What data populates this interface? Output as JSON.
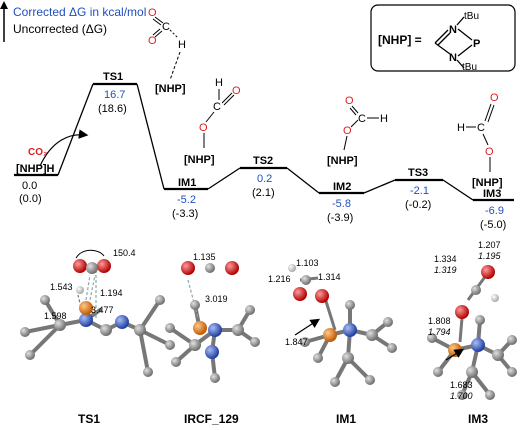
{
  "legend": {
    "corrected": "Corrected ΔG in kcal/mol",
    "uncorrected": "Uncorrected (ΔG)"
  },
  "nhp_box": {
    "label": "[NHP] =",
    "tbu_top": "tBu",
    "tbu_bottom": "tBu",
    "atom_n_top": "N",
    "atom_n_bottom": "N",
    "atom_p": "P"
  },
  "species": [
    {
      "id": "start",
      "name": "[NHP]H",
      "corrected": "0.0",
      "uncorrected": "(0.0)"
    },
    {
      "id": "ts1",
      "name": "TS1",
      "corrected": "16.7",
      "uncorrected": "(18.6)"
    },
    {
      "id": "im1",
      "name": "IM1",
      "corrected": "-5.2",
      "uncorrected": "(-3.3)"
    },
    {
      "id": "ts2",
      "name": "TS2",
      "corrected": "0.2",
      "uncorrected": "(2.1)"
    },
    {
      "id": "im2",
      "name": "IM2",
      "corrected": "-5.8",
      "uncorrected": "(-3.9)"
    },
    {
      "id": "ts3",
      "name": "TS3",
      "corrected": "-2.1",
      "uncorrected": "(-0.2)"
    },
    {
      "id": "im3",
      "name": "IM3",
      "corrected": "-6.9",
      "uncorrected": "(-5.0)"
    }
  ],
  "co2_label": "CO₂",
  "fragments": {
    "nhp": "[NHP]",
    "h": "H",
    "c": "C",
    "o": "O"
  },
  "structures": [
    {
      "name": "TS1",
      "distances": [
        "150.4",
        "1.543",
        "1.194",
        "1.598",
        "3.477"
      ]
    },
    {
      "name": "IRCF_129",
      "distances": [
        "1.135",
        "3.019"
      ]
    },
    {
      "name": "IM1",
      "distances": [
        "1.103",
        "1.314",
        "1.216",
        "1.847"
      ]
    },
    {
      "name": "IM3",
      "distances": [
        "1.207",
        "1.195",
        "1.334",
        "1.319",
        "1.808",
        "1.794",
        "1.683",
        "1.700"
      ]
    }
  ],
  "colors": {
    "corrected": "#1f4fbf",
    "oxygen": "#e02020",
    "carbon": "#8a8a8a",
    "nitrogen": "#3a5fcd",
    "phosphorus": "#e07a20"
  }
}
